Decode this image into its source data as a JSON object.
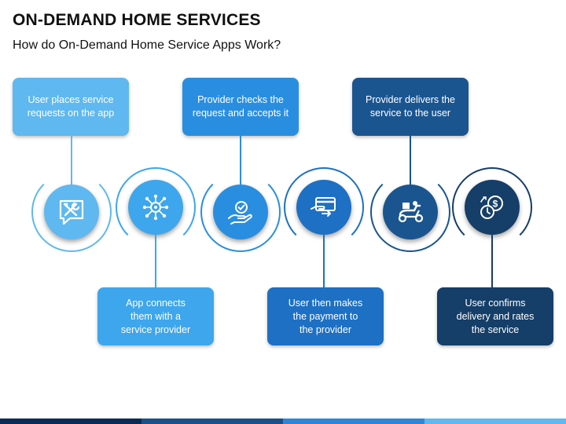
{
  "header": {
    "title": "ON-DEMAND HOME SERVICES",
    "subtitle": "How do On-Demand Home Service Apps Work?"
  },
  "steps": [
    {
      "text": "User places service\nrequests on the app",
      "color": "#5fb8ef",
      "icon": "tools-chat-icon"
    },
    {
      "text": "App connects\nthem with a\nservice provider",
      "color": "#3ea6ec",
      "icon": "network-gear-icon"
    },
    {
      "text": "Provider checks the\nrequest and accepts it",
      "color": "#2a8ee0",
      "icon": "hand-checkmark-icon"
    },
    {
      "text": "User then makes\nthe payment to\nthe provider",
      "color": "#1d70c4",
      "icon": "card-payment-icon"
    },
    {
      "text": "Provider delivers the\nservice to the user",
      "color": "#1a5590",
      "icon": "delivery-scooter-icon"
    },
    {
      "text": "User confirms\ndelivery and rates\nthe service",
      "color": "#153e68",
      "icon": "time-money-icon"
    }
  ],
  "colors": {
    "footer": [
      "#0a2a55",
      "#1a4f8a",
      "#2f86d8",
      "#5fb8ef"
    ]
  }
}
